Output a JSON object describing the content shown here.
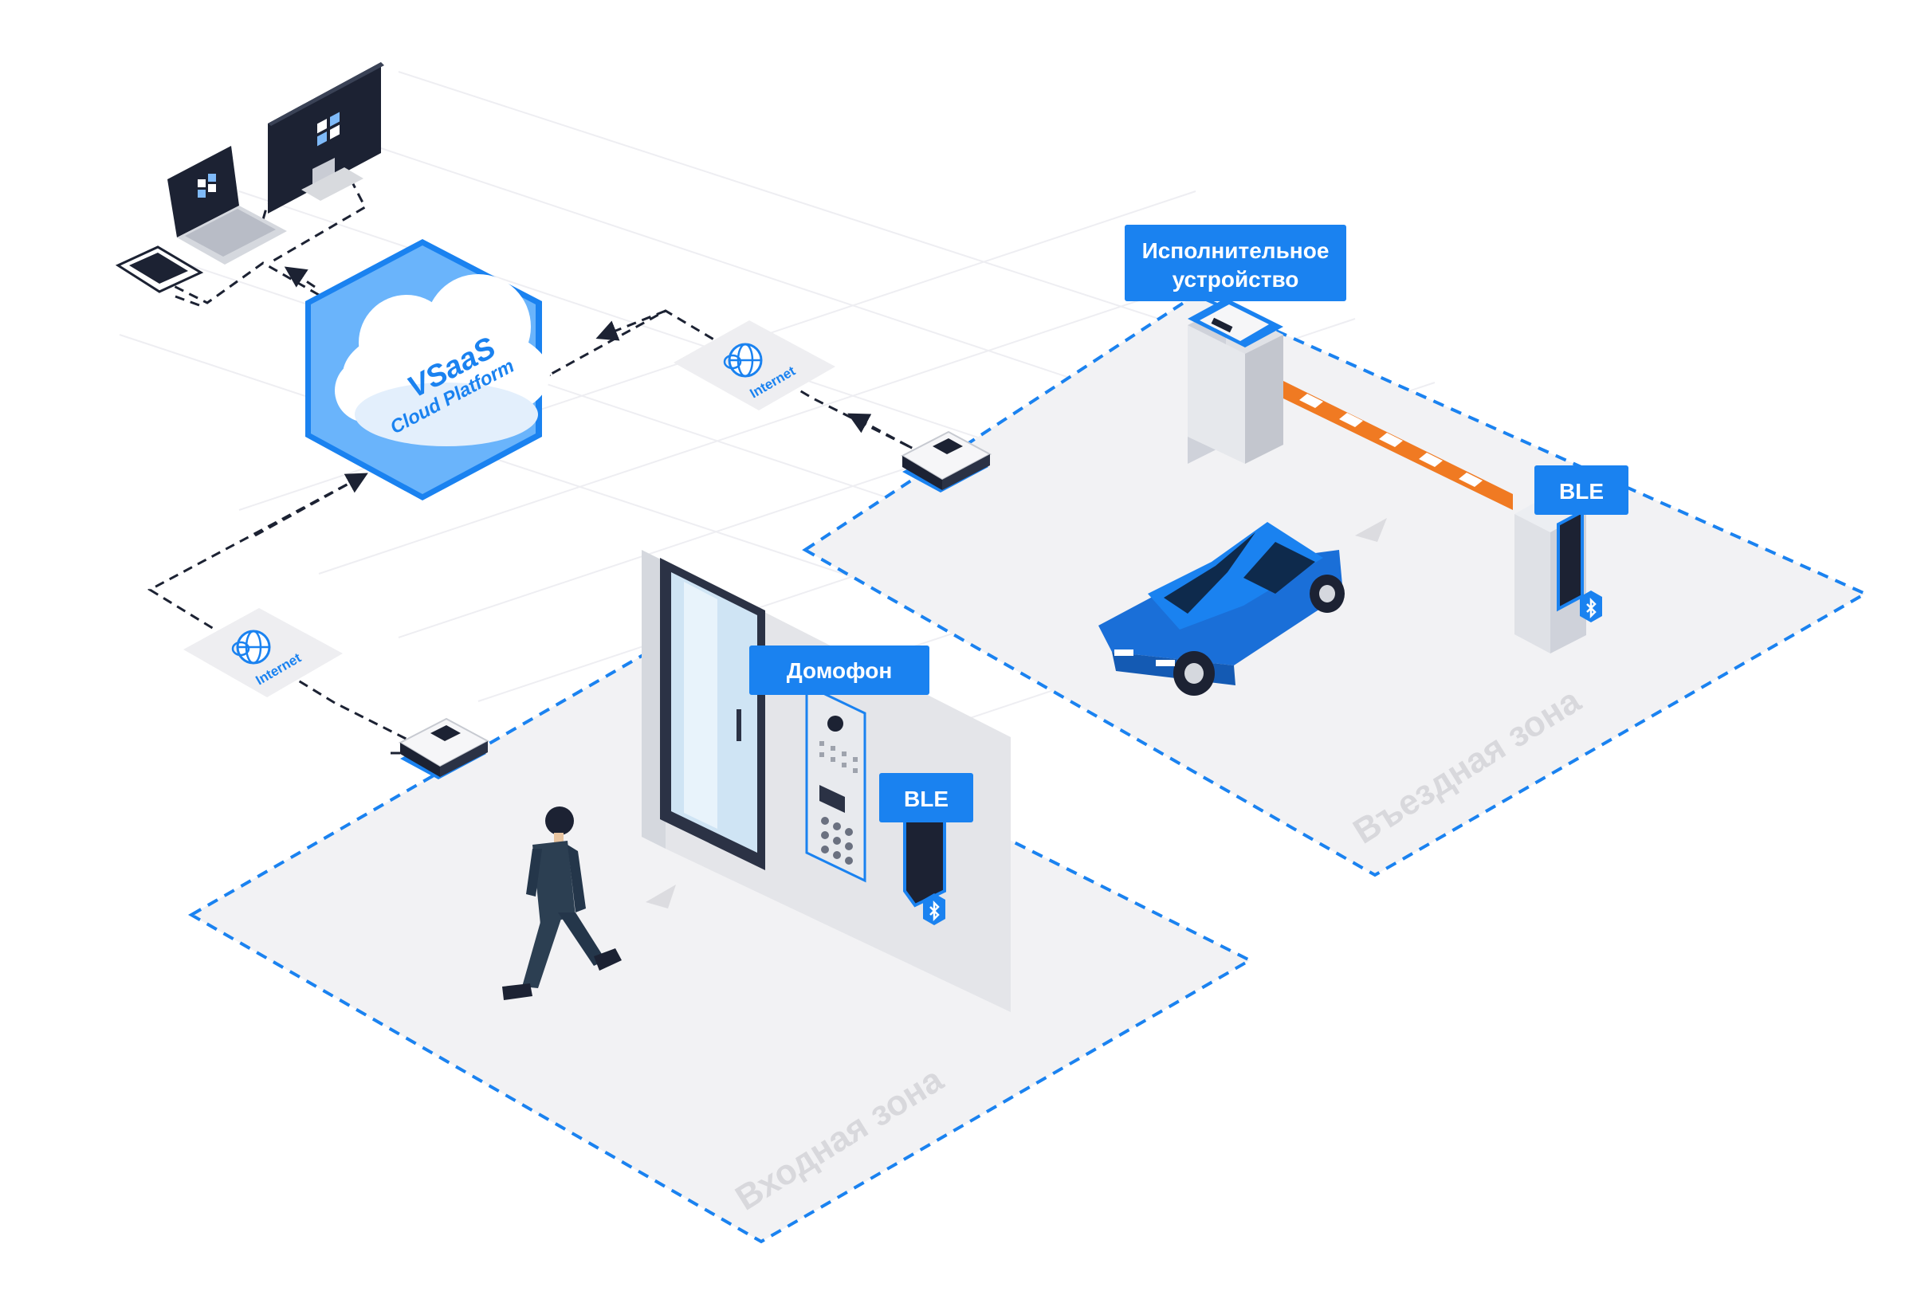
{
  "cloud": {
    "line1": "VSaaS",
    "line2": "Cloud Platform"
  },
  "internet_badges": [
    {
      "label": "Internet"
    },
    {
      "label": "Internet"
    }
  ],
  "labels": {
    "executive_line1": "Исполнительное",
    "executive_line2": "устройство",
    "intercom": "Домофон",
    "ble_parking": "BLE",
    "ble_entrance": "BLE"
  },
  "zones": {
    "entry": "Входная зона",
    "parking": "Въездная зона"
  },
  "colors": {
    "accent": "#1a82f0",
    "cloud_fill": "#6ab4fb",
    "barrier": "#f07a22",
    "car": "#1a6fd8",
    "suit": "#2c3f52",
    "floor": "#f2f2f4"
  },
  "icons": [
    "globe-icon",
    "bluetooth-icon",
    "cloud-icon",
    "windows-logo-icon"
  ]
}
